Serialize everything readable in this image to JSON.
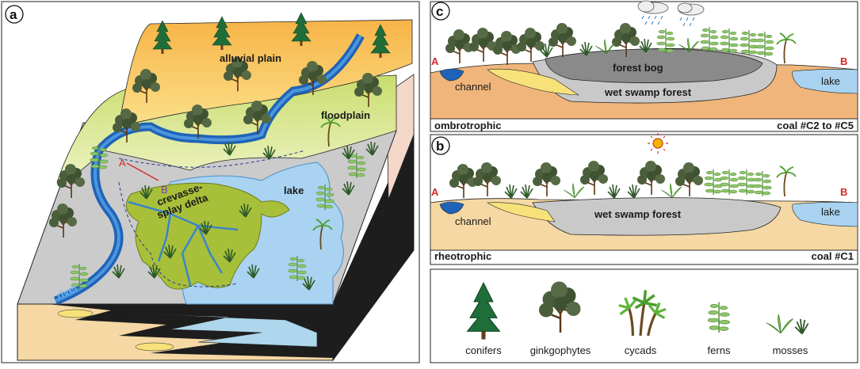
{
  "panel_a": {
    "letter": "a",
    "labels": {
      "alluvial_plain": "alluvial plain",
      "floodplain": "floodplain",
      "lake": "lake",
      "crevasse_line1": "crevasse-",
      "crevasse_line2": "splay delta",
      "river": "river",
      "point_a": "A",
      "point_b": "B"
    }
  },
  "panel_c": {
    "letter": "c",
    "point_a": "A",
    "point_b": "B",
    "forest_bog": "forest bog",
    "wet_swamp_forest": "wet swamp forest",
    "channel": "channel",
    "lake": "lake",
    "regime": "ombrotrophic",
    "coal": "coal #C2 to #C5"
  },
  "panel_b": {
    "letter": "b",
    "point_a": "A",
    "point_b": "B",
    "wet_swamp_forest": "wet swamp forest",
    "channel": "channel",
    "lake": "lake",
    "regime": "rheotrophic",
    "coal": "coal #C1"
  },
  "legend": {
    "items": [
      {
        "icon": "conifer-icon",
        "label": "conifers"
      },
      {
        "icon": "ginkgophyte-icon",
        "label": "ginkgophytes"
      },
      {
        "icon": "cycad-icon",
        "label": "cycads"
      },
      {
        "icon": "fern-icon",
        "label": "ferns"
      },
      {
        "icon": "moss-icon",
        "label": "mosses"
      }
    ]
  },
  "colors": {
    "water": "#a9d3f0",
    "river": "#1f63b8",
    "delta": "#a8bf3a",
    "swamp": "#c9c9c9",
    "bog": "#8a8a8a",
    "sediment": "#f0b57a",
    "floodplain": "#dbe8a0",
    "alluvial": "#f8c769"
  }
}
